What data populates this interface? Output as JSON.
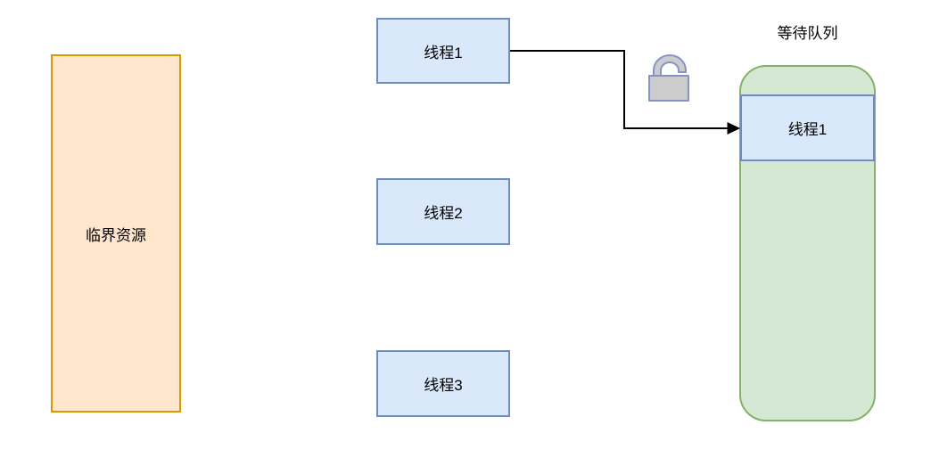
{
  "diagram": {
    "critical_resource": {
      "label": "临界资源"
    },
    "threads": [
      {
        "label": "线程1"
      },
      {
        "label": "线程2"
      },
      {
        "label": "线程3"
      }
    ],
    "waiting_queue": {
      "title": "等待队列",
      "items": [
        {
          "label": "线程1"
        }
      ]
    },
    "connector": {
      "from": "线程1",
      "to": "等待队列",
      "icon": "unlocked-padlock"
    }
  },
  "colors": {
    "canvas-bg": "#ffffff",
    "text": "#000000",
    "resource-fill": "#ffe6cc",
    "resource-border": "#d79b00",
    "thread-fill": "#dae8fc",
    "thread-border": "#6c8ebf",
    "queue-fill": "#d5e8d4",
    "queue-border": "#82b366",
    "lock-fill": "#cccccc",
    "lock-border": "#8494c6",
    "arrow": "#000000"
  }
}
